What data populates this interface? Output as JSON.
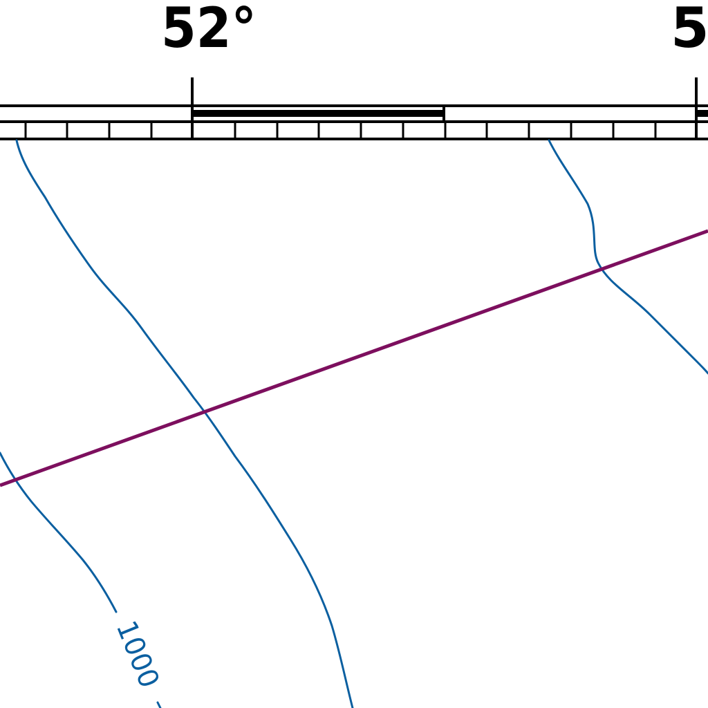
{
  "map": {
    "graticule_labels": [
      "52°",
      "5"
    ],
    "contour_labels": [
      "1000"
    ],
    "colors": {
      "background": "#ffffff",
      "border": "#000000",
      "contour": "#0b5fa0",
      "route": "#7d0f5e"
    }
  }
}
